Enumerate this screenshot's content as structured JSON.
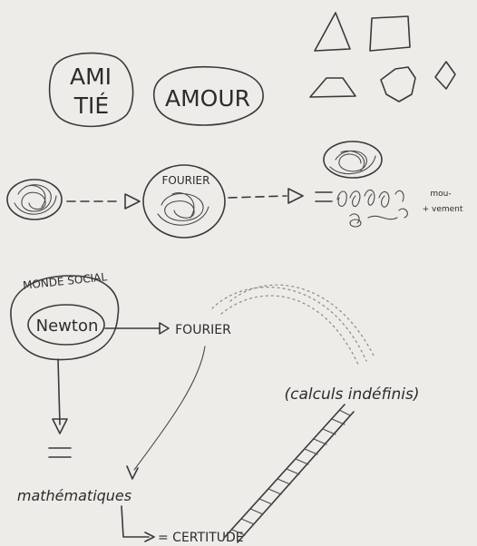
{
  "row1": {
    "friendship_line1": "AMI",
    "friendship_line2": "TIÉ",
    "love": "AMOUR"
  },
  "row2": {
    "transform_label": "FOURIER",
    "movement_line1": "mou-",
    "movement_line2": "+ vement"
  },
  "row3": {
    "social_world": "MONDE SOCIAL",
    "newton": "Newton",
    "fourier": "FOURIER",
    "mathematics": "mathématiques",
    "certainty": "= CERTITUDE",
    "calculus": "(calculs indéfinis)"
  },
  "colors": {
    "paper": "#eeece8",
    "pencil": "#3a3a3a"
  }
}
